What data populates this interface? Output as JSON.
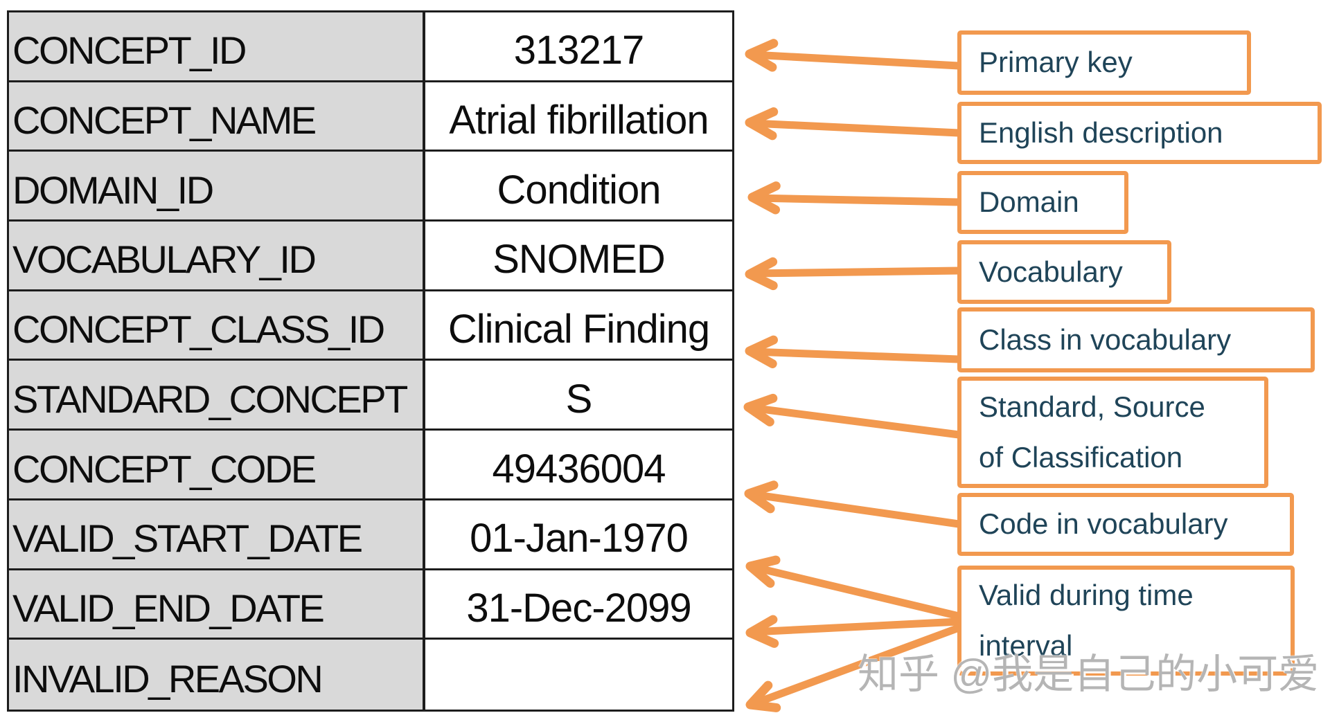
{
  "table": {
    "rows": [
      {
        "field": "CONCEPT_ID",
        "value": "313217"
      },
      {
        "field": "CONCEPT_NAME",
        "value": "Atrial fibrillation"
      },
      {
        "field": "DOMAIN_ID",
        "value": "Condition"
      },
      {
        "field": "VOCABULARY_ID",
        "value": "SNOMED"
      },
      {
        "field": "CONCEPT_CLASS_ID",
        "value": "Clinical Finding"
      },
      {
        "field": "STANDARD_CONCEPT",
        "value": "S"
      },
      {
        "field": "CONCEPT_CODE",
        "value": "49436004"
      },
      {
        "field": "VALID_START_DATE",
        "value": "01-Jan-1970"
      },
      {
        "field": "VALID_END_DATE",
        "value": "31-Dec-2099"
      },
      {
        "field": "INVALID_REASON",
        "value": ""
      }
    ]
  },
  "annotations": [
    {
      "label": "Primary key",
      "targets": [
        "CONCEPT_ID"
      ]
    },
    {
      "label": "English description",
      "targets": [
        "CONCEPT_NAME"
      ]
    },
    {
      "label": "Domain",
      "targets": [
        "DOMAIN_ID"
      ]
    },
    {
      "label": "Vocabulary",
      "targets": [
        "VOCABULARY_ID"
      ]
    },
    {
      "label": "Class in vocabulary",
      "targets": [
        "CONCEPT_CLASS_ID"
      ]
    },
    {
      "label": "Standard, Source\nof Classification",
      "targets": [
        "STANDARD_CONCEPT"
      ]
    },
    {
      "label": "Code in vocabulary",
      "targets": [
        "CONCEPT_CODE"
      ]
    },
    {
      "label": "Valid during time\ninterval",
      "targets": [
        "VALID_START_DATE",
        "VALID_END_DATE",
        "INVALID_REASON"
      ]
    }
  ],
  "watermark": {
    "text": "知乎 @我是自己的小可爱"
  },
  "colors": {
    "accent_orange": "#f2994f",
    "annotation_text": "#1f4458",
    "table_label_bg": "#d9d9d9",
    "table_border": "#1d1d1d",
    "watermark_gray": "#b5b5b5"
  }
}
